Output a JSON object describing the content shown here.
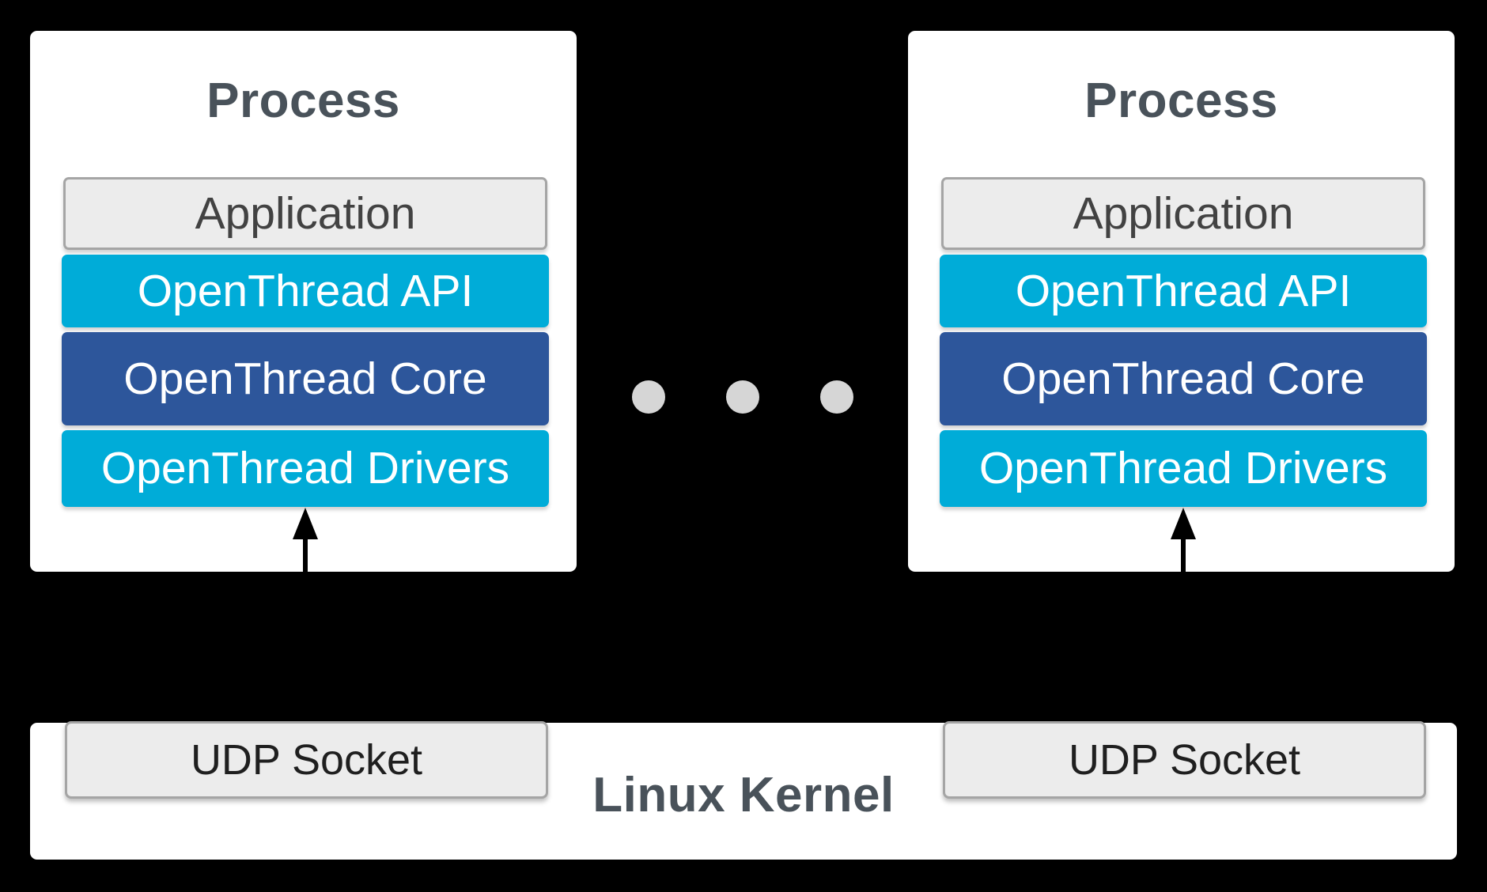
{
  "colors": {
    "bg": "#000000",
    "box_white": "#FFFFFF",
    "cyan": "#00ACD8",
    "core_blue": "#2D569B",
    "gray_fill": "#ECECEC",
    "gray_border": "#A5A5A5",
    "title_text": "#49525A",
    "app_text": "#424242",
    "udp_text": "#1F1F1F",
    "dot_color": "#D6D6D6",
    "arrow_color": "#000000"
  },
  "processes": [
    {
      "title": "Process",
      "layers": [
        {
          "label": "Application"
        },
        {
          "label": "OpenThread API"
        },
        {
          "label": "OpenThread Core"
        },
        {
          "label": "OpenThread Drivers"
        }
      ]
    },
    {
      "title": "Process",
      "layers": [
        {
          "label": "Application"
        },
        {
          "label": "OpenThread API"
        },
        {
          "label": "OpenThread Core"
        },
        {
          "label": "OpenThread Drivers"
        }
      ]
    }
  ],
  "ellipsis": {
    "dot_count": 3
  },
  "kernel": {
    "label": "Linux Kernel",
    "sockets": [
      {
        "label": "UDP Socket"
      },
      {
        "label": "UDP Socket"
      }
    ]
  }
}
